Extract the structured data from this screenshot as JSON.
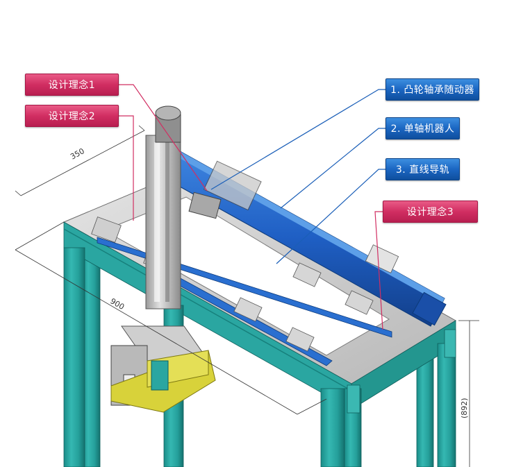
{
  "callouts": {
    "design_concept_1": "设计理念1",
    "design_concept_2": "设计理念2",
    "design_concept_3": "设计理念3",
    "cam_follower": "1. 凸轮轴承随动器",
    "single_axis_robot": "2. 单轴机器人",
    "linear_guide": "3. 直线导轨"
  },
  "dimensions": {
    "width": "350",
    "length": "900",
    "height": "(892)"
  },
  "colors": {
    "frame": "#2aa6a1",
    "frame_dark": "#17807c",
    "plate": "#d0d0d0",
    "rail_blue": "#1f5fc4",
    "fixture_yellow": "#d8d23a",
    "callout_pink": "#d12e62",
    "callout_blue": "#1b66c2",
    "leader_pink": "#d12e62",
    "leader_blue": "#1b5fb8"
  }
}
